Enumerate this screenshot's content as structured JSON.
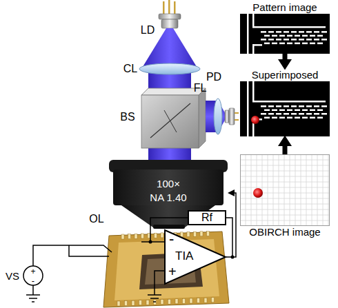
{
  "diagram": {
    "nodes": [
      {
        "text": [
          "Rf"
        ]
      },
      {
        "text": [
          "-",
          "TIA",
          "+"
        ]
      },
      {
        "text": [
          "Pattern image"
        ]
      },
      {
        "text": [
          "Superimposed"
        ]
      },
      {
        "text": [
          "OBIRCH image"
        ]
      }
    ],
    "edges": [
      {
        "from": 2,
        "to": 3,
        "arrow": "to"
      },
      {
        "from": 4,
        "to": 3,
        "arrow": "to"
      },
      {
        "from": 1,
        "to": 4,
        "arrow": "to"
      }
    ],
    "labels": [
      "LD",
      "CL",
      "BS",
      "FL",
      "PD",
      "OL",
      "100×",
      "NA 1.40",
      "VS",
      "+",
      "-"
    ]
  }
}
